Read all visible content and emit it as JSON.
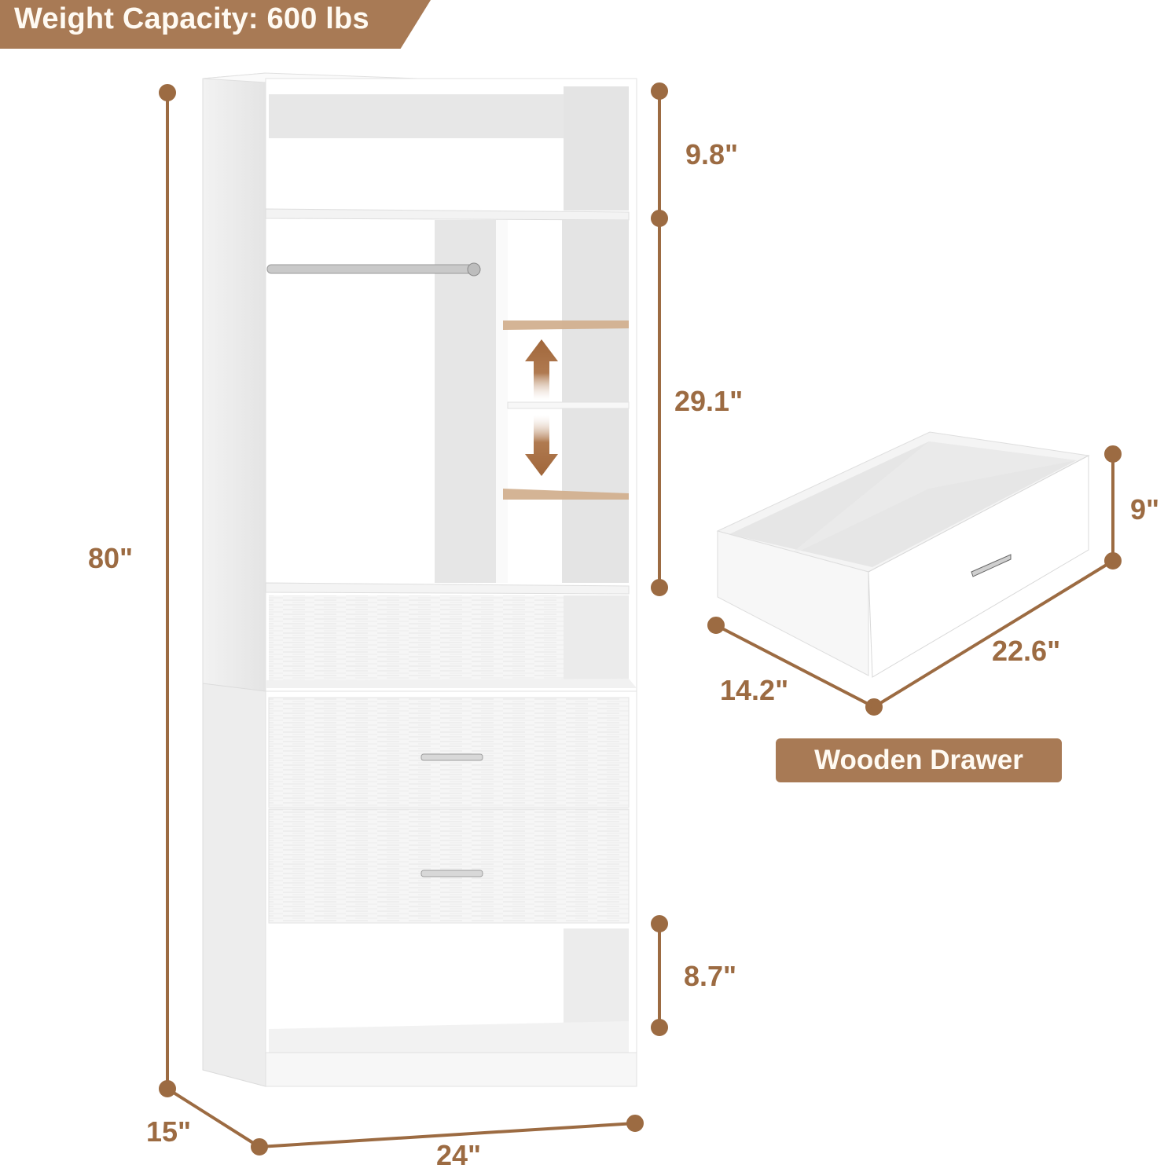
{
  "banner": {
    "text": "Weight Capacity: 600 lbs",
    "color": "#a87a55"
  },
  "wardrobe": {
    "dimensions": {
      "total_height": "80\"",
      "depth": "15\"",
      "width": "24\"",
      "top_compartment_height": "9.8\"",
      "hanging_section_height": "29.1\"",
      "bottom_open_shelf_height": "8.7\""
    },
    "features": [
      "hanging-rod",
      "adjustable-shelves",
      "open-cubby",
      "two-drawers",
      "bottom-open-shelf"
    ]
  },
  "drawer": {
    "label": "Wooden Drawer",
    "dimensions": {
      "height": "9\"",
      "length": "22.6\"",
      "width": "14.2\""
    }
  },
  "colors": {
    "accent": "#a87a55",
    "dimension_line": "#9c6b42",
    "label_text": "#fffaf2"
  }
}
